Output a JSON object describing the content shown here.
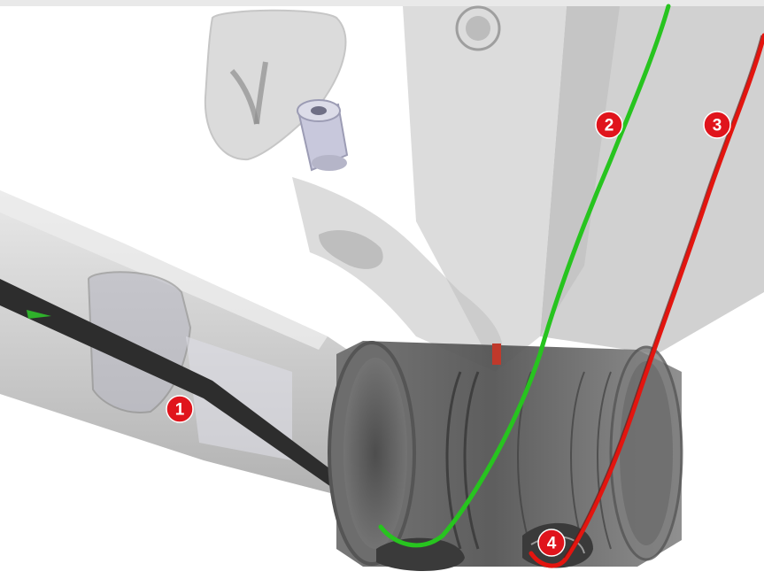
{
  "diagram": {
    "markers": [
      {
        "id": "marker-1",
        "label": "1",
        "color": "#e0141c"
      },
      {
        "id": "marker-2",
        "label": "2",
        "color": "#e0141c"
      },
      {
        "id": "marker-3",
        "label": "3",
        "color": "#e0141c"
      },
      {
        "id": "marker-4",
        "label": "4",
        "color": "#e0141c"
      }
    ],
    "cables": [
      {
        "name": "green-cable",
        "color": "#27c41f"
      },
      {
        "name": "red-cable",
        "color": "#e3150f"
      }
    ],
    "colors": {
      "frame_light": "#c4c4c4",
      "frame_dark": "#4a4a4a",
      "background": "#ffffff"
    }
  }
}
